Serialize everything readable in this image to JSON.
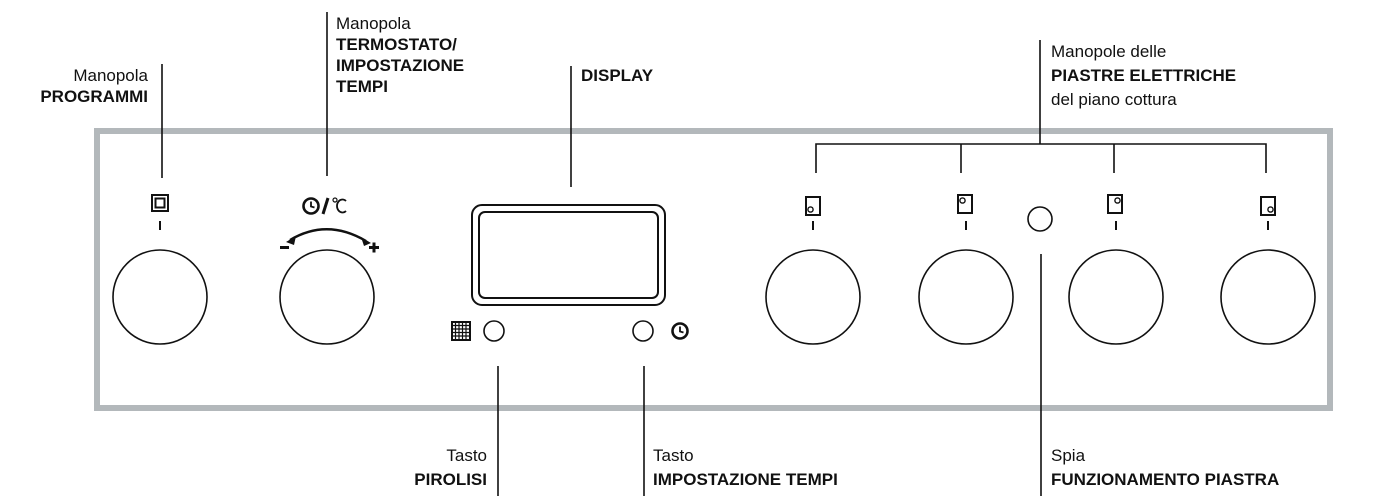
{
  "labels": {
    "programmi": {
      "line1": "Manopola",
      "line2": "PROGRAMMI"
    },
    "termostato": {
      "line1": "Manopola",
      "line2": "TERMOSTATO/",
      "line3": "IMPOSTAZIONE",
      "line4": "TEMPI"
    },
    "display": {
      "line1": "DISPLAY"
    },
    "piastre": {
      "line1": "Manopole delle",
      "line2": "PIASTRE ELETTRICHE",
      "line3": "del piano cottura"
    },
    "pirolisi": {
      "line1": "Tasto",
      "line2": "PIROLISI"
    },
    "tempi": {
      "line1": "Tasto",
      "line2": "IMPOSTAZIONE TEMPI"
    },
    "spia": {
      "line1": "Spia",
      "line2": "FUNZIONAMENTO PIASTRA"
    }
  },
  "panel": {
    "knob_marker": "0",
    "minus_sign": "-",
    "plus_sign": "+",
    "thermostat_symbol": "⊙/℃",
    "icons": {
      "program": "square-program-icon",
      "thermostat": "clock-thermostat-icon",
      "pyrolysis": "grid-pyrolysis-icon",
      "timer": "clock-icon",
      "hob_front_left": "hob-front-left-icon",
      "hob_rear_left": "hob-rear-left-icon",
      "hob_rear_right": "hob-rear-right-icon",
      "hob_front_right": "hob-front-right-icon"
    },
    "colors": {
      "panel_border": "#b3b8bb",
      "line": "#111111"
    }
  }
}
